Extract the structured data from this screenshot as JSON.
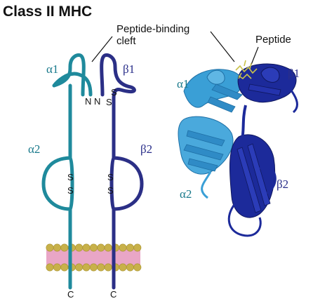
{
  "title": "Class II MHC",
  "callouts": {
    "cleft_line1": "Peptide-binding",
    "cleft_line2": "cleft",
    "peptide": "Peptide"
  },
  "schematic": {
    "alpha1": "α1",
    "beta1": "β1",
    "alpha2": "α2",
    "beta2": "β2",
    "n_terminus": "N",
    "c_terminus": "C",
    "disulfide": "S"
  },
  "ribbon": {
    "alpha1": "α1",
    "beta1": "β1",
    "alpha2": "α2",
    "beta2": "β2"
  },
  "colors": {
    "alpha_chain": "#1f8a9c",
    "beta_chain": "#2b2f86",
    "ribbon_alpha": "#3a9fd6",
    "ribbon_beta": "#1c2a9a",
    "membrane_heads": "#c8b14a",
    "membrane_core": "#e9a6c6",
    "peptide": "#c9c24a"
  }
}
